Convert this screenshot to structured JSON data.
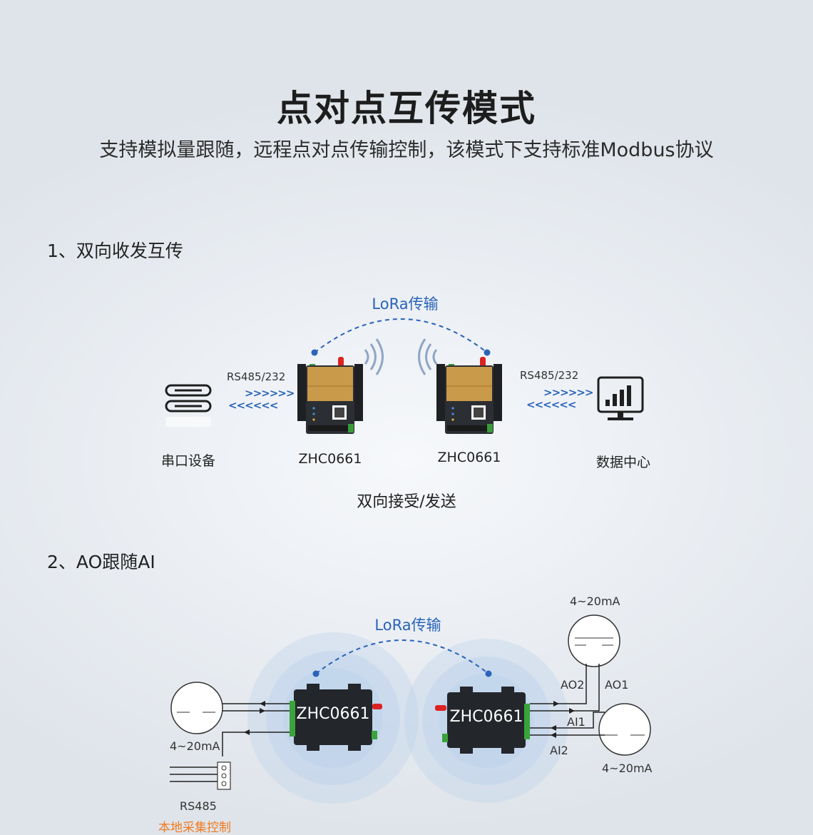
{
  "title": "点对点互传模式",
  "subtitle": "支持模拟量跟随，远程点对点传输控制，该模式下支持标准Modbus协议",
  "section1": {
    "heading": "1、双向收发互传",
    "lora_label": "LoRa传输",
    "left_link": {
      "protocol": "RS485/232",
      "send": ">>>>>>",
      "receive": "<<<<<<"
    },
    "right_link": {
      "protocol": "RS485/232",
      "send": ">>>>>>",
      "receive": "<<<<<<"
    },
    "serial_device": "串口设备",
    "device_a": "ZHC0661",
    "device_b": "ZHC0661",
    "data_center": "数据中心",
    "caption": "双向接受/发送"
  },
  "section2": {
    "heading": "2、AO跟随AI",
    "lora_label": "LoRa传输",
    "device_a": "ZHC0661",
    "device_b": "ZHC0661",
    "left_current": "4~20mA",
    "rs485": "RS485",
    "local_control": "本地采集控制",
    "top_right_current": "4~20mA",
    "bottom_right_current": "4~20mA",
    "ao2": "AO2",
    "ao1": "AO1",
    "ai1": "AI1",
    "ai2": "AI2"
  },
  "colors": {
    "accent_blue": "#2a63b8",
    "orange": "#f07a1e",
    "device_gold": "#c89a4a",
    "device_dark": "#2b2e33"
  }
}
